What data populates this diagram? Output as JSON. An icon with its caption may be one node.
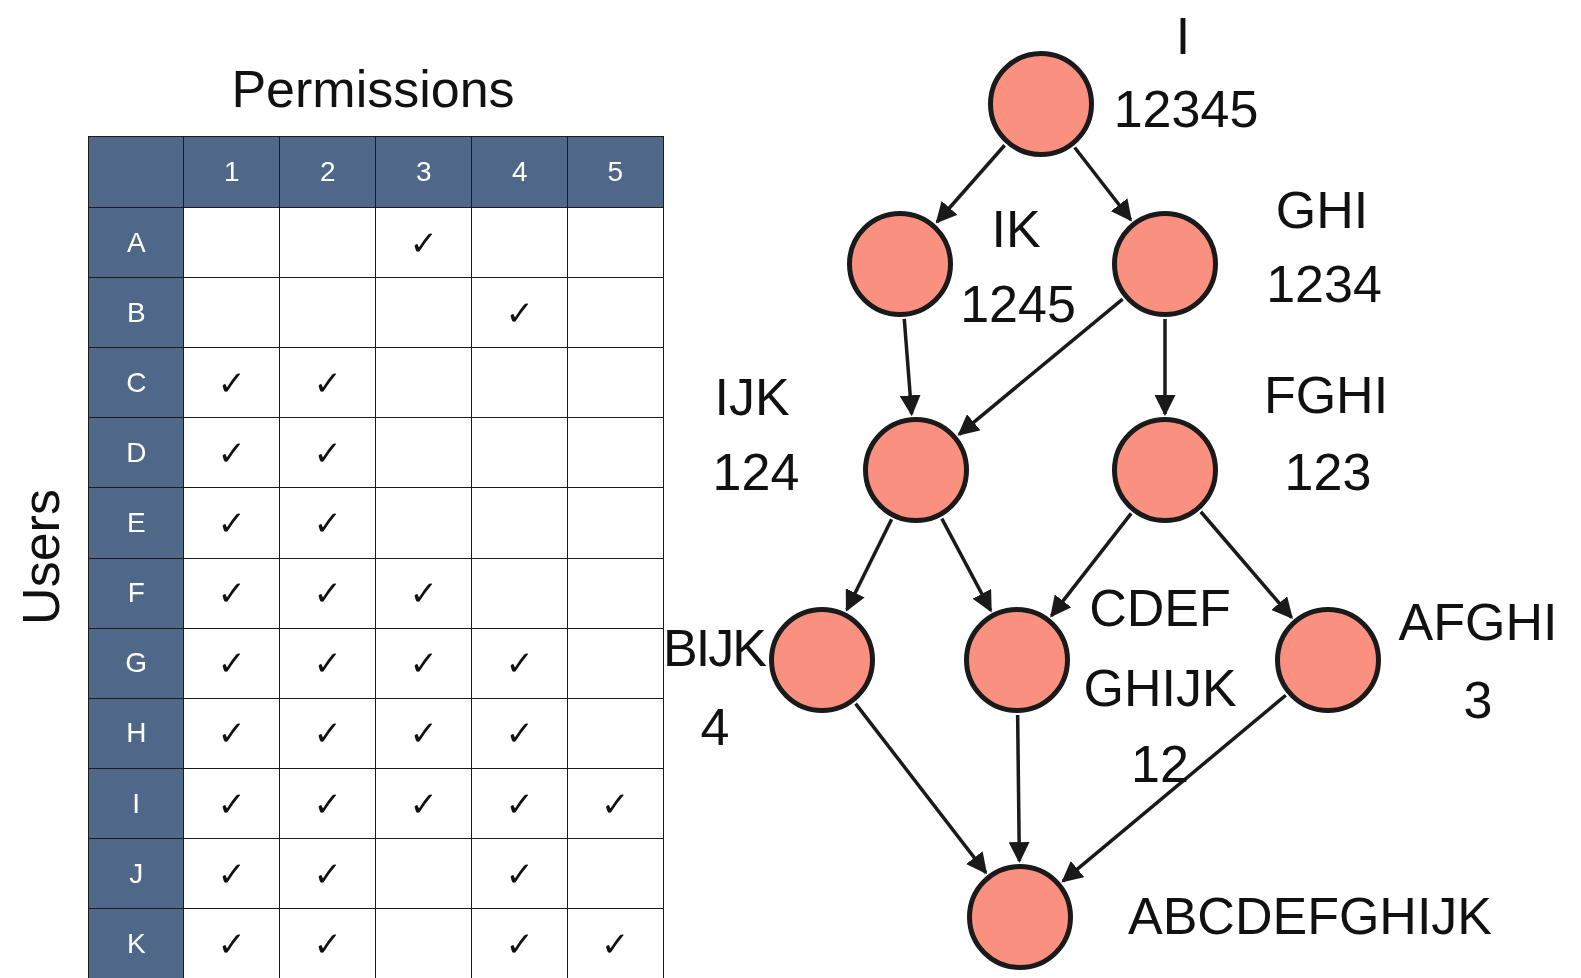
{
  "diagram": {
    "nodes": [
      {
        "text": [],
        "shape": "circle",
        "beside": [
          "I",
          "12345"
        ]
      },
      {
        "text": [],
        "shape": "circle",
        "beside": [
          "IK",
          "1245"
        ]
      },
      {
        "text": [],
        "shape": "circle",
        "beside": [
          "GHI",
          "1234"
        ]
      },
      {
        "text": [],
        "shape": "circle",
        "beside": [
          "IJK",
          "124"
        ]
      },
      {
        "text": [],
        "shape": "circle",
        "beside": [
          "FGHI",
          "123"
        ]
      },
      {
        "text": [],
        "shape": "circle",
        "beside": [
          "BIJK",
          "4"
        ]
      },
      {
        "text": [],
        "shape": "circle",
        "beside": [
          "CDEF",
          "GHIJK",
          "12"
        ]
      },
      {
        "text": [],
        "shape": "circle",
        "beside": [
          "AFGHI",
          "3"
        ]
      },
      {
        "text": [],
        "shape": "circle",
        "beside": [
          "ABCDEFGHIJK"
        ]
      }
    ],
    "edges": [
      {
        "from": 0,
        "to": 1,
        "arrow": "to"
      },
      {
        "from": 0,
        "to": 2,
        "arrow": "to"
      },
      {
        "from": 1,
        "to": 3,
        "arrow": "to"
      },
      {
        "from": 2,
        "to": 3,
        "arrow": "to"
      },
      {
        "from": 2,
        "to": 4,
        "arrow": "to"
      },
      {
        "from": 3,
        "to": 5,
        "arrow": "to"
      },
      {
        "from": 3,
        "to": 6,
        "arrow": "to"
      },
      {
        "from": 4,
        "to": 6,
        "arrow": "to"
      },
      {
        "from": 4,
        "to": 7,
        "arrow": "to"
      },
      {
        "from": 5,
        "to": 8,
        "arrow": "to"
      },
      {
        "from": 6,
        "to": 8,
        "arrow": "to"
      },
      {
        "from": 7,
        "to": 8,
        "arrow": "to"
      }
    ],
    "labels": [
      "Permissions",
      "Users",
      "1",
      "2",
      "3",
      "4",
      "5",
      "A",
      "✓",
      "B",
      "✓",
      "C",
      "✓",
      "✓",
      "D",
      "✓",
      "✓",
      "E",
      "✓",
      "✓",
      "F",
      "✓",
      "✓",
      "✓",
      "G",
      "✓",
      "✓",
      "✓",
      "✓",
      "H",
      "✓",
      "✓",
      "✓",
      "✓",
      "I",
      "✓",
      "✓",
      "✓",
      "✓",
      "✓",
      "J",
      "✓",
      "✓",
      "✓",
      "K",
      "✓",
      "✓",
      "✓",
      "✓"
    ]
  }
}
